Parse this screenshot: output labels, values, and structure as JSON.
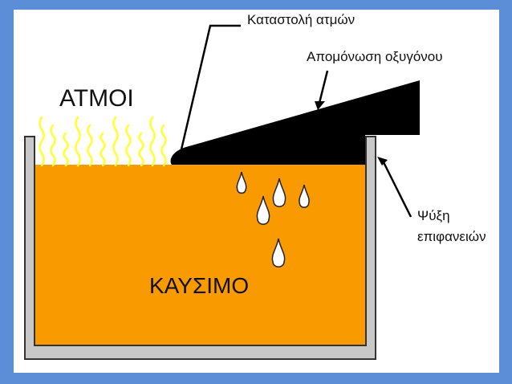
{
  "labels": {
    "vapors": "ΑΤΜΟΙ",
    "fuel": "ΚΑΥΣΙΜΟ",
    "vapor_suppression": "Καταστολή ατμών",
    "oxygen_isolation": "Απομόνωση οξυγόνου",
    "surface_cooling_line1": "Ψύξη",
    "surface_cooling_line2": "επιφανειών"
  },
  "colors": {
    "background": "#5b8ed6",
    "slide": "#ffffff",
    "fuel": "#f99b00",
    "tank": "#c8c8c8",
    "tank_outline": "#333333",
    "foam_blanket": "#000000",
    "vapor_flames": "#ffff33"
  },
  "icons": {
    "droplets": "water-droplet-icon",
    "flames": "vapor-flame-icon"
  }
}
